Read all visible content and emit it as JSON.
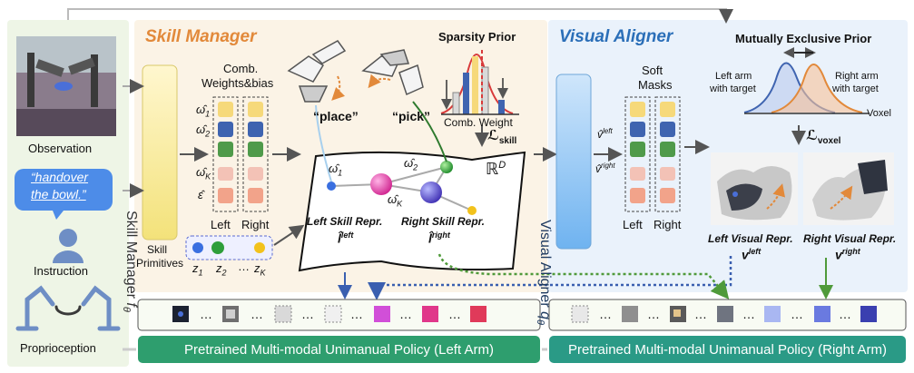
{
  "left_panel": {
    "observation_label": "Observation",
    "instruction_text_line1": "“handover",
    "instruction_text_line2": "the bowl.”",
    "instruction_label": "Instruction",
    "proprioception_label": "Proprioception"
  },
  "skill_manager": {
    "title": "Skill Manager",
    "module_label": "Skill Manager",
    "module_symbol": "f",
    "module_subscript": "θ",
    "comb_label_line1": "Comb.",
    "comb_label_line2": "Weights&bias",
    "weight_labels": [
      "ω̂",
      "ω̂",
      "ω̂",
      "ε̂"
    ],
    "weight_subscripts": [
      "1",
      "2",
      "K",
      ""
    ],
    "col_left": "Left",
    "col_right": "Right",
    "skill_primitives_line1": "Skill",
    "skill_primitives_line2": "Primitives",
    "primitive_labels": [
      "z",
      "z",
      "z"
    ],
    "primitive_subscripts": [
      "1",
      "2",
      "K"
    ],
    "place_label": "“place”",
    "pick_label": "“pick”",
    "sparsity_title": "Sparsity Prior",
    "comb_weight_label": "Comb. Weight",
    "loss_skill": "skill",
    "space_label": "ℝ",
    "space_sup": "D",
    "manifold_w1": "ω̂",
    "manifold_w1_sub": "1",
    "manifold_w2": "ω̂",
    "manifold_w2_sub": "2",
    "manifold_wk": "ω̂",
    "manifold_wk_sub": "K",
    "left_skill_repr": "Left Skill Repr.",
    "right_skill_repr": "Right Skill Repr.",
    "left_l": "l̂",
    "left_l_sup": "left",
    "right_l": "l̂",
    "right_l_sup": "right"
  },
  "visual_aligner": {
    "title": "Visual Aligner",
    "module_label": "Visual Aligner",
    "module_symbol": "q",
    "module_subscript": "θ",
    "soft_masks_line1": "Soft",
    "soft_masks_line2": "Masks",
    "v_left": "v̂",
    "v_left_sup": "left",
    "v_right": "v̂",
    "v_right_sup": "right",
    "col_left": "Left",
    "col_right": "Right",
    "mutex_title": "Mutually Exclusive Prior",
    "left_arm_line1": "Left arm",
    "left_arm_line2": "with target",
    "right_arm_line1": "Right arm",
    "right_arm_line2": "with target",
    "voxel_label": "Voxel",
    "loss_voxel": "voxel",
    "left_visual_repr": "Left Visual Repr.",
    "right_visual_repr": "Right Visual Repr.",
    "left_v": "v",
    "left_v_sup": "left",
    "right_v": "v",
    "right_v_sup": "right"
  },
  "policies": {
    "left": "Pretrained Multi-modal Unimanual Policy (Left Arm)",
    "right": "Pretrained Multi-modal Unimanual Policy (Right Arm)",
    "ellipsis": "…"
  },
  "colors": {
    "orange_title": "#e2893a",
    "blue_title": "#2b6fb8",
    "green_panel": "#eef5e6",
    "blue_panel": "#eaf2fb",
    "policy_green": "#2e9e6e",
    "policy_teal": "#2a9a86",
    "cell_yellow": "#f6d97a",
    "cell_blue": "#3f64b0",
    "cell_green": "#4f9a4a",
    "cell_pink": "#f3c2b6",
    "cell_salmon": "#f2a38a"
  }
}
